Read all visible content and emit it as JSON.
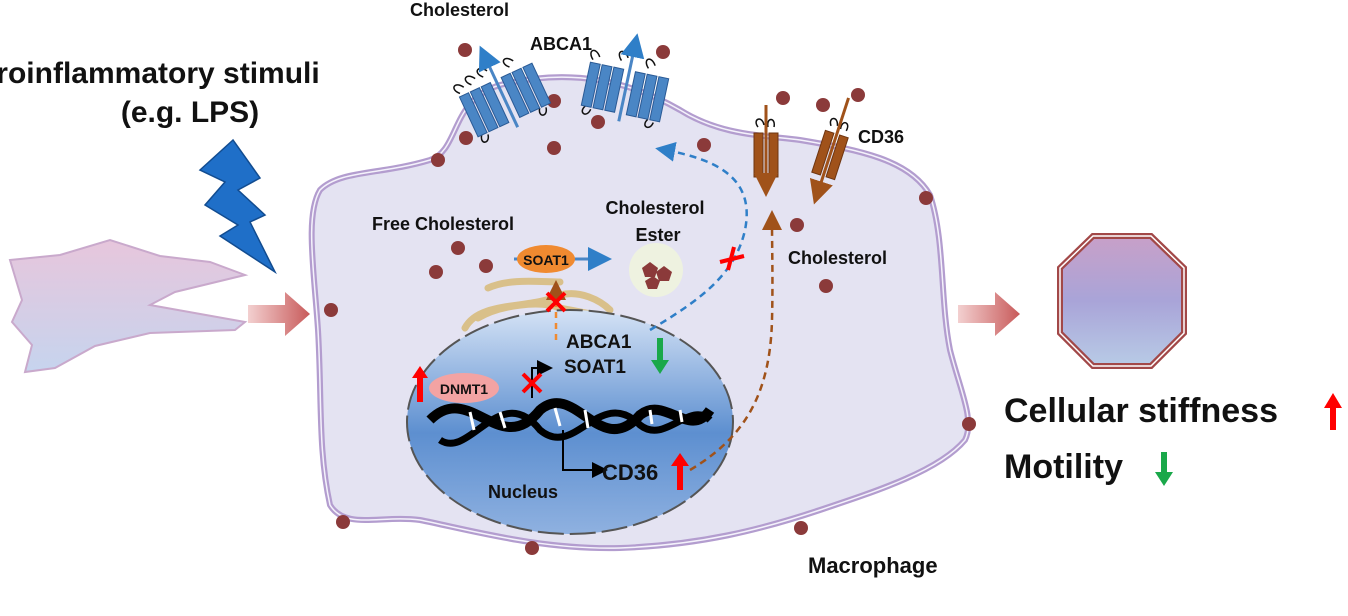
{
  "stimulus": {
    "line1": "Proinflammatory stimuli",
    "line2": "(e.g. LPS)"
  },
  "labels": {
    "cholesterol_top": "Cholesterol",
    "abca1_membrane": "ABCA1",
    "cd36_membrane": "CD36",
    "free_cholesterol": "Free Cholesterol",
    "soat1_enzyme": "SOAT1",
    "cholesterol_ester_line1": "Cholesterol",
    "cholesterol_ester_line2": "Ester",
    "cholesterol_right": "Cholesterol",
    "abca1_gene": "ABCA1",
    "soat1_gene": "SOAT1",
    "dnmt1": "DNMT1",
    "cd36_gene": "CD36",
    "nucleus": "Nucleus",
    "macrophage": "Macrophage"
  },
  "outcome": {
    "stiffness": "Cellular stiffness",
    "motility": "Motility"
  },
  "colors": {
    "cholesterol_dot": "#8b3a3a",
    "abca1": "#4a86c5",
    "cd36": "#a0521a",
    "up_arrow": "#ff0000",
    "down_arrow": "#1aa84a",
    "soat1": "#f08a30",
    "membrane": "#b39dcf",
    "cytoplasm": "#e4e3f2"
  }
}
